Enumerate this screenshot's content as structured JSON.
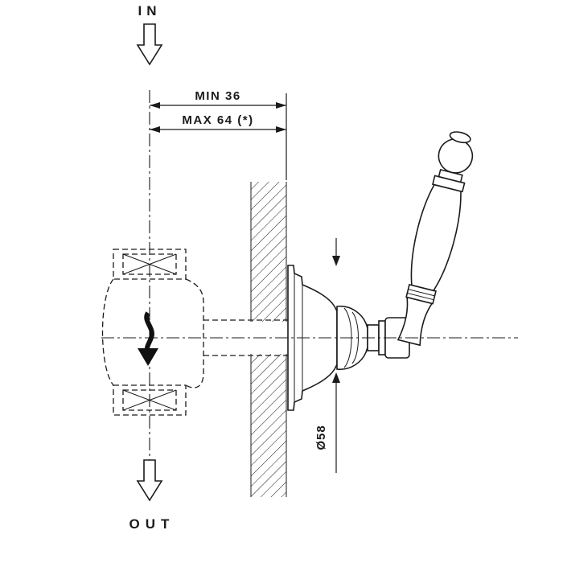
{
  "drawing": {
    "labels": {
      "flow_in": "IN",
      "flow_out": "OUT",
      "dim_min": "MIN 36",
      "dim_max": "MAX 64 (*)",
      "dim_diameter": "Ø58"
    },
    "colors": {
      "line": "#1b1b1b",
      "background": "#ffffff"
    }
  }
}
